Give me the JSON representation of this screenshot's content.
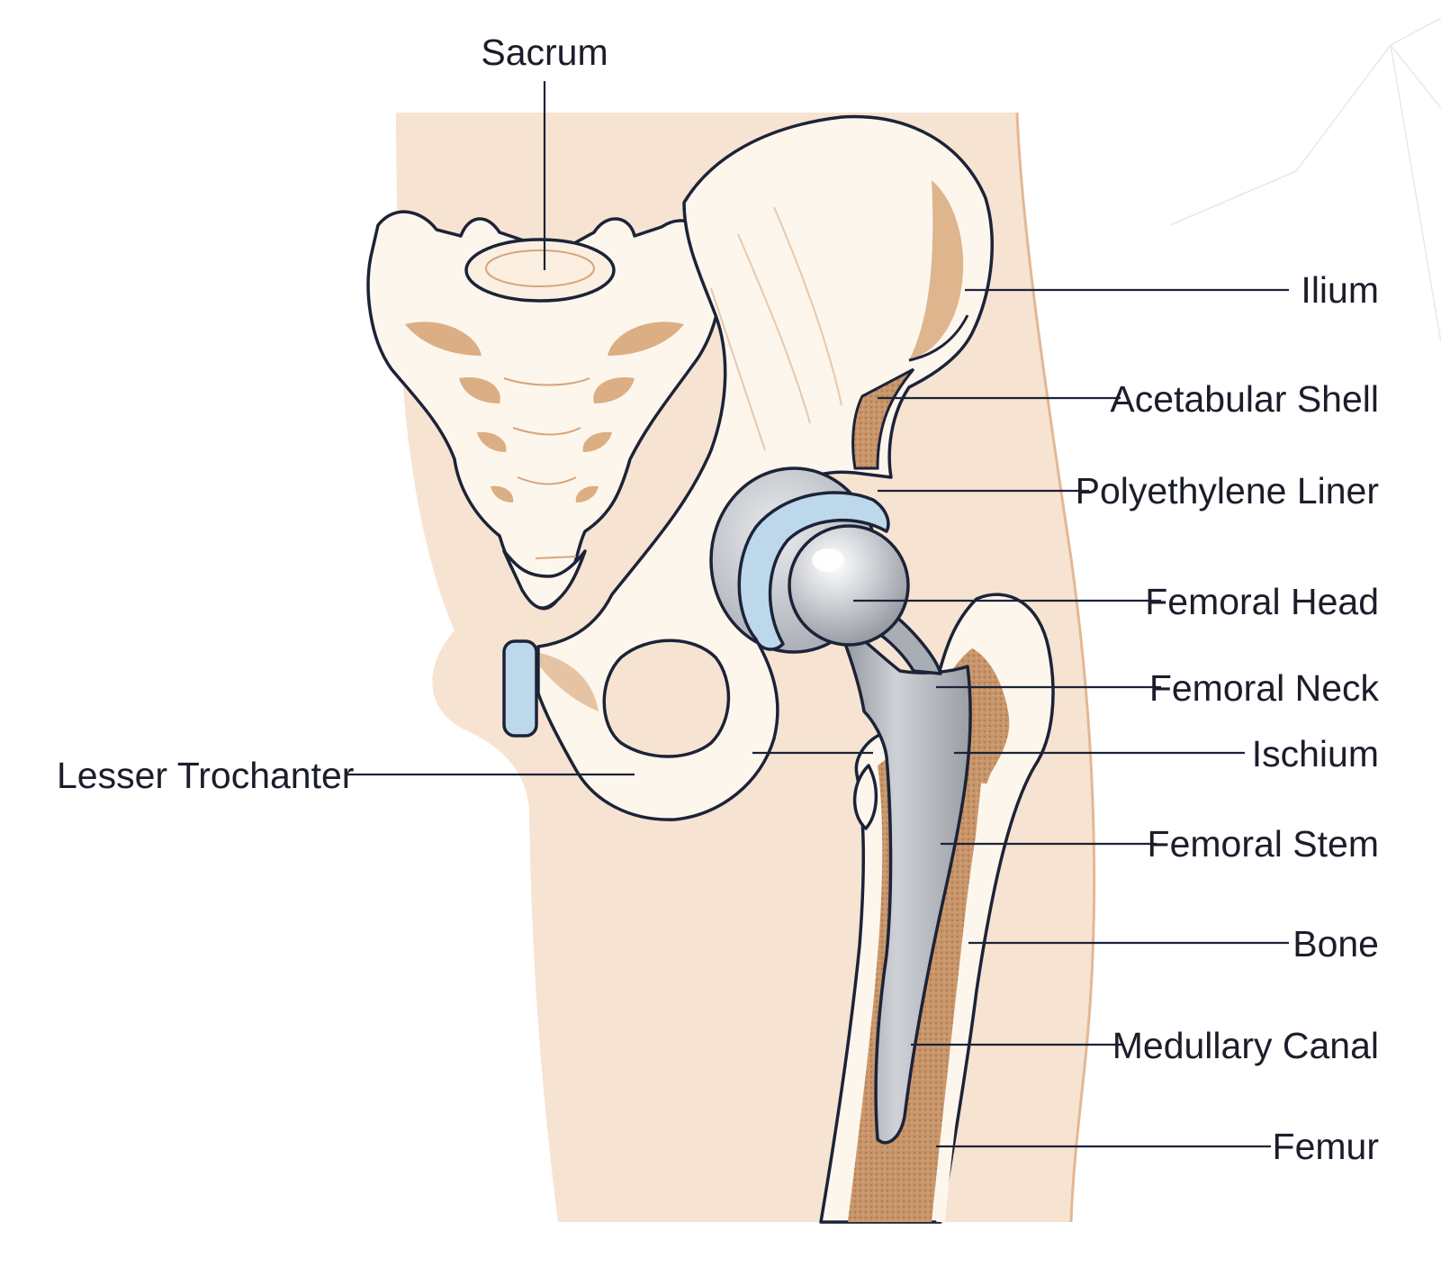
{
  "diagram": {
    "labels": {
      "sacrum": "Sacrum",
      "ilium": "Ilium",
      "acetabular_shell": "Acetabular Shell",
      "polyethylene_liner": "Polyethylene Liner",
      "femoral_head": "Femoral Head",
      "femoral_neck": "Femoral Neck",
      "ischium": "Ischium",
      "femoral_stem": "Femoral Stem",
      "bone": "Bone",
      "medullary_canal": "Medullary Canal",
      "femur": "Femur",
      "lesser_trochanter": "Lesser Trochanter"
    }
  },
  "colors": {
    "skin": "#f7e3d1",
    "bone": "#fdf6ec",
    "bone_shade": "#dcae84",
    "cancellous": "#c8956a",
    "implant_metal": "#b9bcc3",
    "liner_blue": "#bcd8ea",
    "outline": "#1c2338"
  }
}
